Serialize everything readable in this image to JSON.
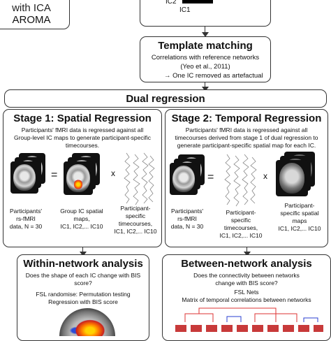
{
  "top_left_box": {
    "line1": "with ICA",
    "line2": "AROMA"
  },
  "top_right_box": {
    "ic2": "IC2",
    "ic1": "IC1"
  },
  "template_matching": {
    "title": "Template matching",
    "line1": "Correlations with reference networks",
    "line2": "(Yeo et al., 2011)",
    "line3_arrow": "→",
    "line3": "One IC removed as artefactual"
  },
  "dual_regression": {
    "title": "Dual regression"
  },
  "stage1": {
    "title": "Stage 1: Spatial Regression",
    "desc1": "Participants' fMRI data is regressed against all",
    "desc2": "Group-level IC maps to generate participant-specific",
    "desc3": "timecourses.",
    "eq": "=",
    "times": "x",
    "cap1_l1": "Participants'",
    "cap1_l2": "rs-fMRI",
    "cap1_l3": "data, N = 30",
    "cap2_l1": "Group IC spatial",
    "cap2_l2": "maps,",
    "cap2_l3": "IC1, IC2,... IC10",
    "cap3_l1": "Participant-",
    "cap3_l2": "specific",
    "cap3_l3": "timecourses,",
    "cap3_l4": "IC1, IC2,... IC10"
  },
  "stage2": {
    "title": "Stage 2: Temporal Regression",
    "desc1": "Participants' fMRI data is regressed against all",
    "desc2": "timecourses derived from stage 1 of dual regression to",
    "desc3": "generate participant-specific spatial map for each IC.",
    "eq": "=",
    "times": "x",
    "cap1_l1": "Participants'",
    "cap1_l2": "rs-fMRI",
    "cap1_l3": "data, N = 30",
    "cap2_l1": "Participant-",
    "cap2_l2": "specific",
    "cap2_l3": "timecourses,",
    "cap2_l4": "IC1, IC2,... IC10",
    "cap3_l1": "Participant-",
    "cap3_l2": "specific spatial",
    "cap3_l3": "maps",
    "cap3_l4": "IC1, IC2,... IC10"
  },
  "within": {
    "title": "Within-network analysis",
    "line1": "Does the shape of each IC change with BIS",
    "line2": "score?",
    "line3": "FSL randomise:  Permutation testing",
    "line4": "Regression with BIS score"
  },
  "between": {
    "title": "Between-network analysis",
    "line1": "Does the connectivity between networks",
    "line2": "change with BIS score?",
    "line3": "FSL Nets",
    "line4": "Matrix of temporal correlations between networks"
  }
}
